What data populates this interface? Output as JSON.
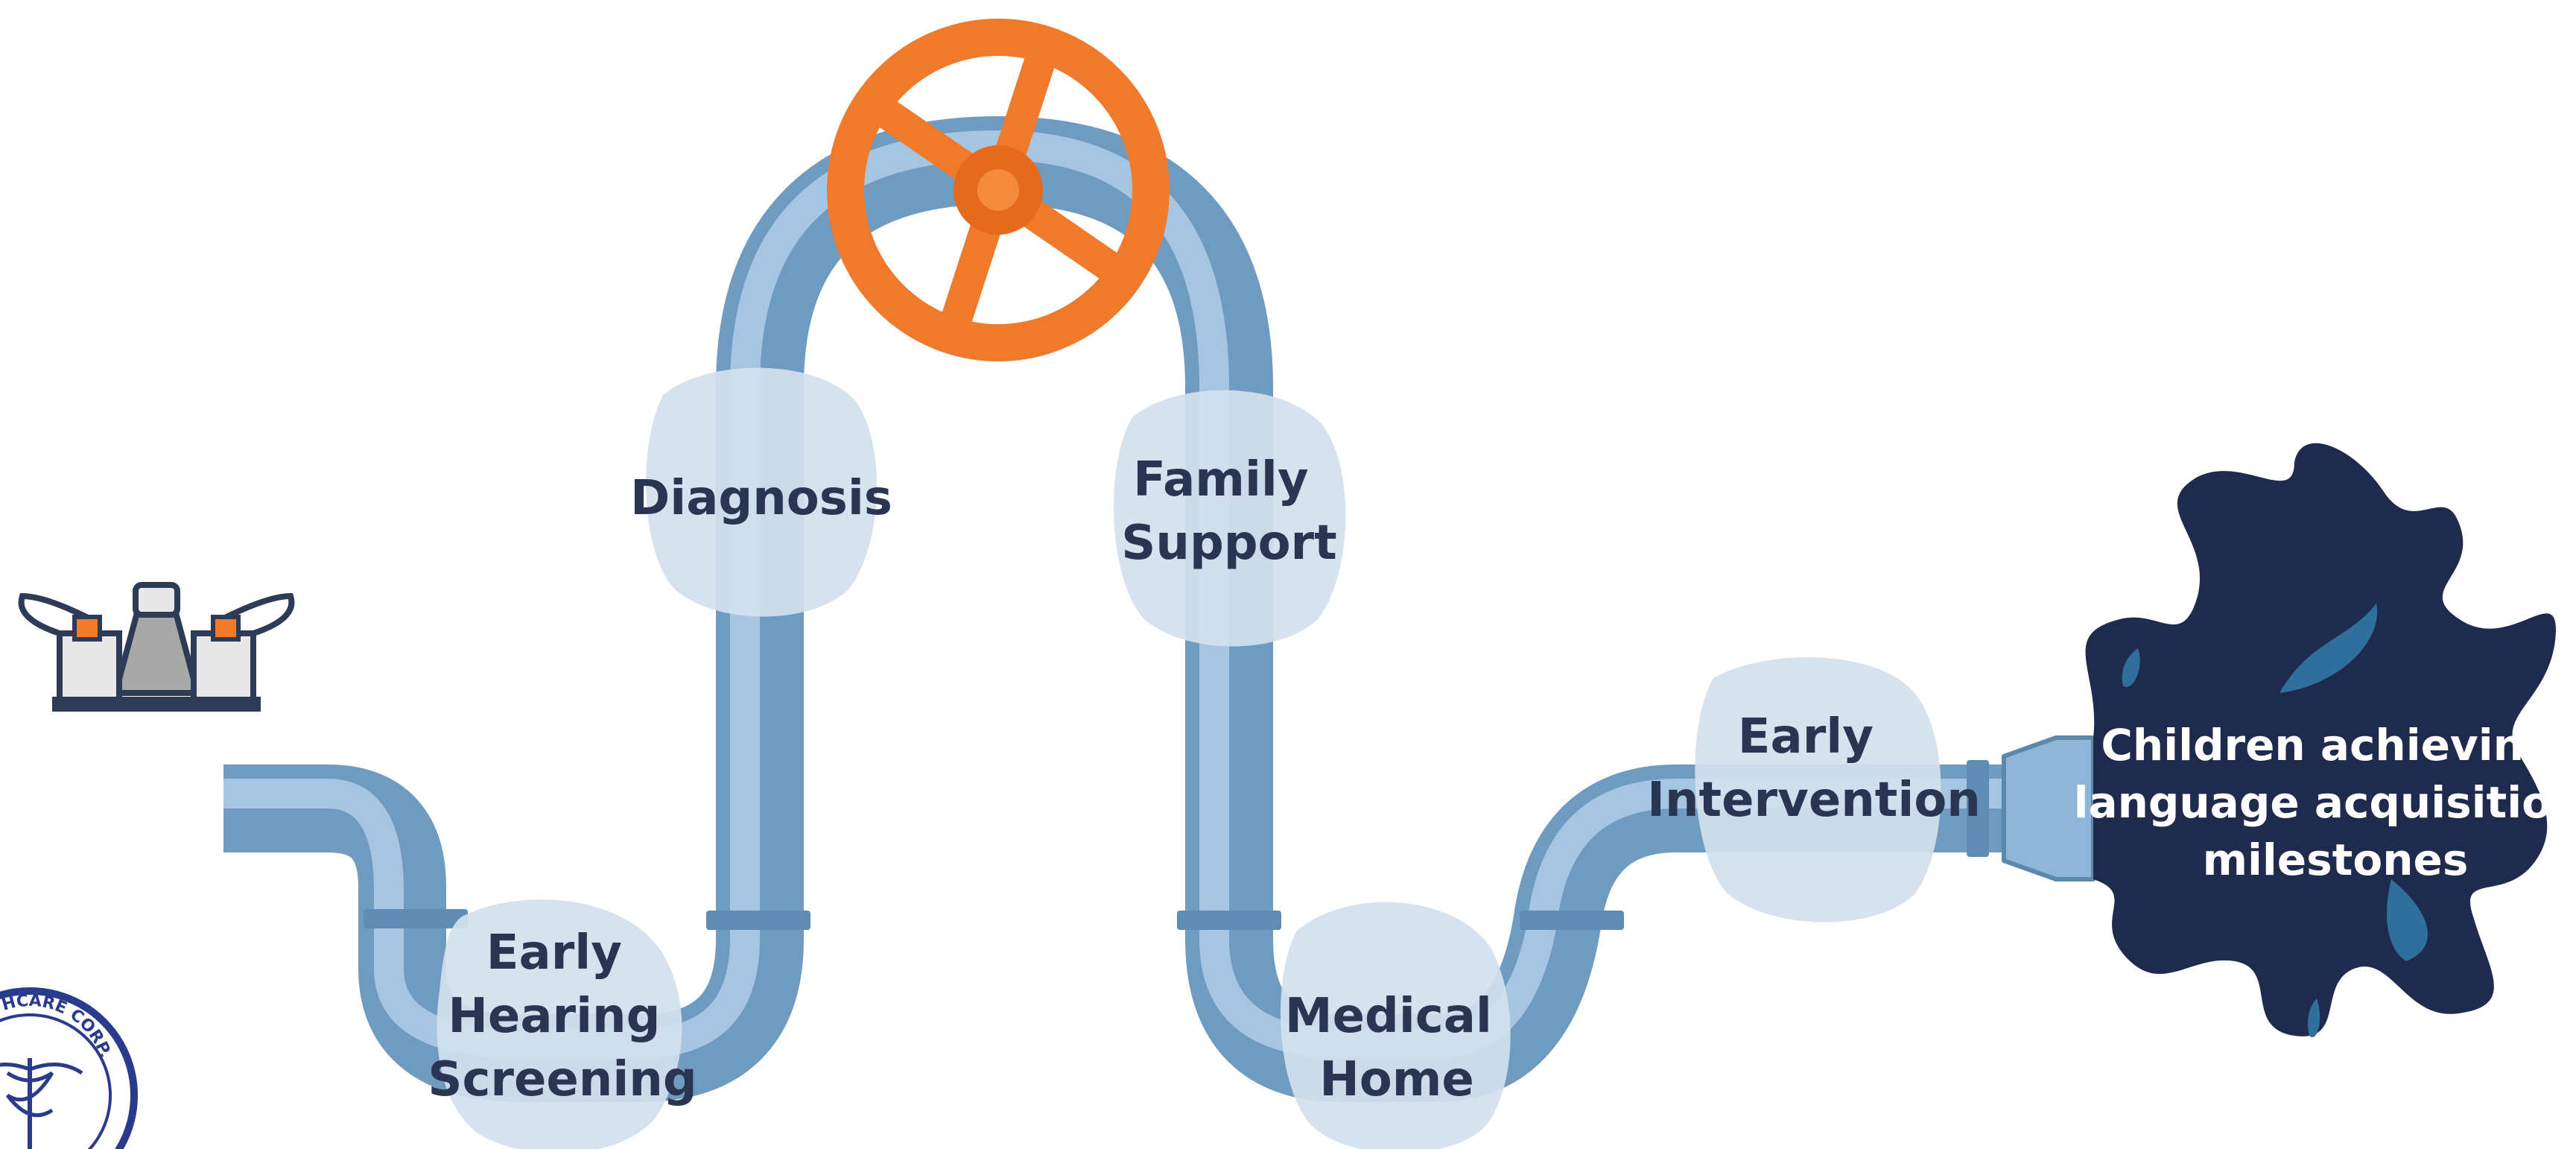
{
  "stages": {
    "screening": {
      "line1": "Early",
      "line2": "Hearing",
      "line3": "Screening"
    },
    "diagnosis": {
      "line1": "Diagnosis"
    },
    "family_support": {
      "line1": "Family",
      "line2": "Support"
    },
    "medical_home": {
      "line1": "Medical",
      "line2": "Home"
    },
    "intervention": {
      "line1": "Early",
      "line2": "Intervention"
    }
  },
  "outcome": {
    "line1": "Children achieving",
    "line2": "language acquisition",
    "line3": "milestones"
  },
  "logo": {
    "text": "H HEALTHCARE CORP."
  },
  "icons": {
    "faucet": "faucet-icon",
    "valve": "valve-wheel-icon",
    "splash": "water-splash-icon",
    "logo": "healthcare-seal-icon"
  },
  "colors": {
    "pipe": "#8fb6d6",
    "pipe_dark": "#5b88ad",
    "pipe_light": "#c3dbee",
    "valve": "#f07a2c",
    "splash": "#1f2b4d",
    "bubble": "#d3e1ee",
    "text": "#2a3552"
  }
}
